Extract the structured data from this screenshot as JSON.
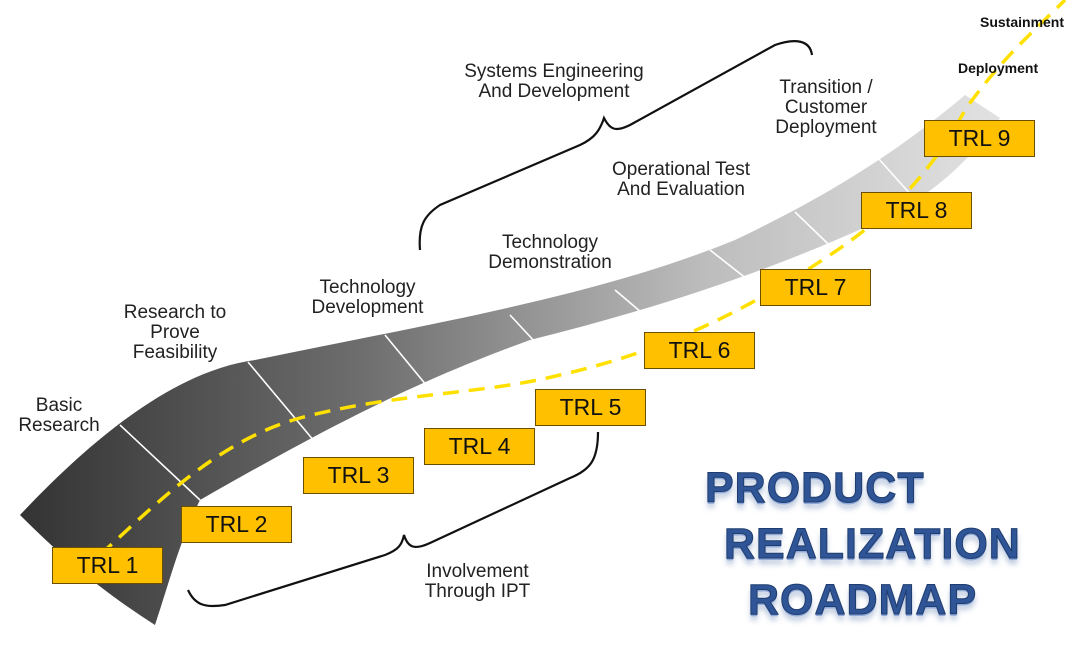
{
  "phases": {
    "basic_research": "Basic\nResearch",
    "research_feasibility": "Research to\nProve\nFeasibility",
    "technology_development": "Technology\nDevelopment",
    "technology_demonstration": "Technology\nDemonstration",
    "operational_test": "Operational Test\nAnd Evaluation",
    "transition": "Transition /\nCustomer\nDeployment"
  },
  "brackets": {
    "systems_engineering": "Systems Engineering\nAnd Development",
    "involvement_ipt": "Involvement\nThrough IPT"
  },
  "extension": {
    "deployment": "Deployment",
    "sustainment": "Sustainment"
  },
  "trl_levels": [
    "TRL 1",
    "TRL 2",
    "TRL 3",
    "TRL 4",
    "TRL 5",
    "TRL 6",
    "TRL 7",
    "TRL 8",
    "TRL 9"
  ],
  "title": {
    "line1": "PRODUCT",
    "line2": "REALIZATION",
    "line3": "ROADMAP"
  },
  "colors": {
    "trl_fill": "#ffc000",
    "dashed_path": "#ffe000",
    "title": "#2f5597",
    "road_dark": "#3a3a3a",
    "road_light": "#dcdcdc"
  }
}
